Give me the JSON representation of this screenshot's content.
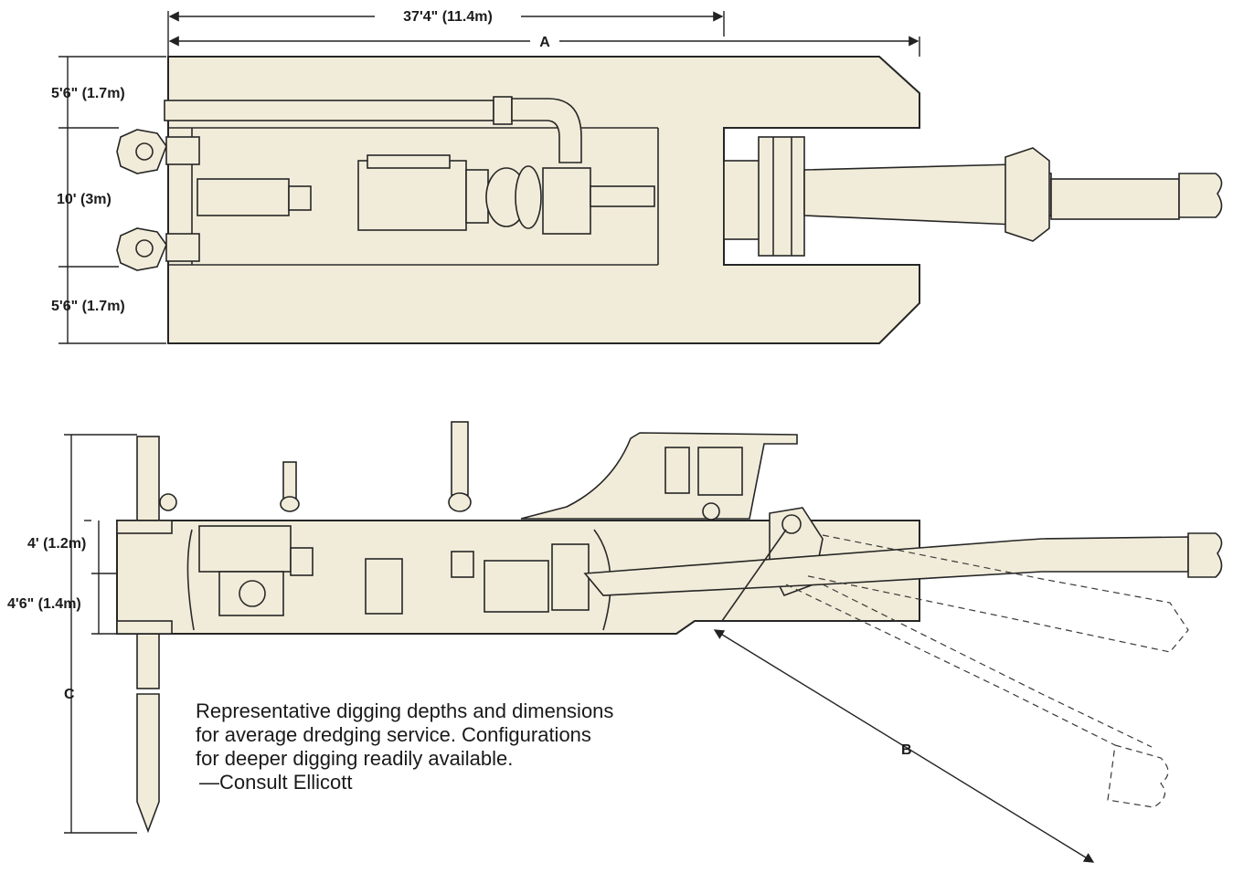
{
  "plan_view": {
    "overall_length_label": "37'4\" (11.4m)",
    "dim_A_label": "A",
    "pontoon_width_top_label": "5'6\" (1.7m)",
    "center_width_label": "10' (3m)",
    "pontoon_width_bottom_label": "5'6\" (1.7m)"
  },
  "elevation_view": {
    "upper_height_label": "4' (1.2m)",
    "lower_height_label": "4'6\" (1.4m)",
    "dim_C_label": "C",
    "dim_B_label": "B"
  },
  "caption": {
    "line1": "Representative digging depths and dimensions",
    "line2": "for average dredging service. Configurations",
    "line3": "for deeper digging readily available.",
    "line4": "—Consult Ellicott"
  },
  "colors": {
    "hull_fill": "#f1ecd9",
    "ink": "#262626"
  }
}
